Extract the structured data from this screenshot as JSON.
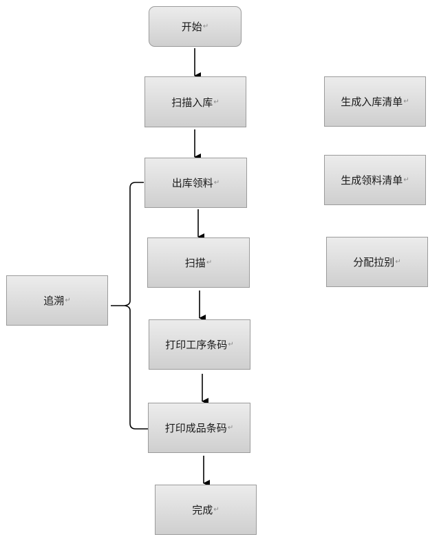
{
  "diagram": {
    "nodes": {
      "start": "开始",
      "scan_in": "扫描入库",
      "out_material": "出库领料",
      "scan": "扫描",
      "print_process": "打印工序条码",
      "print_finished": "打印成品条码",
      "done": "完成",
      "gen_in_list": "生成入库清单",
      "gen_pick_list": "生成领料清单",
      "assign_pull": "分配拉别",
      "trace": "追溯"
    },
    "paragraph_mark": "↵"
  }
}
